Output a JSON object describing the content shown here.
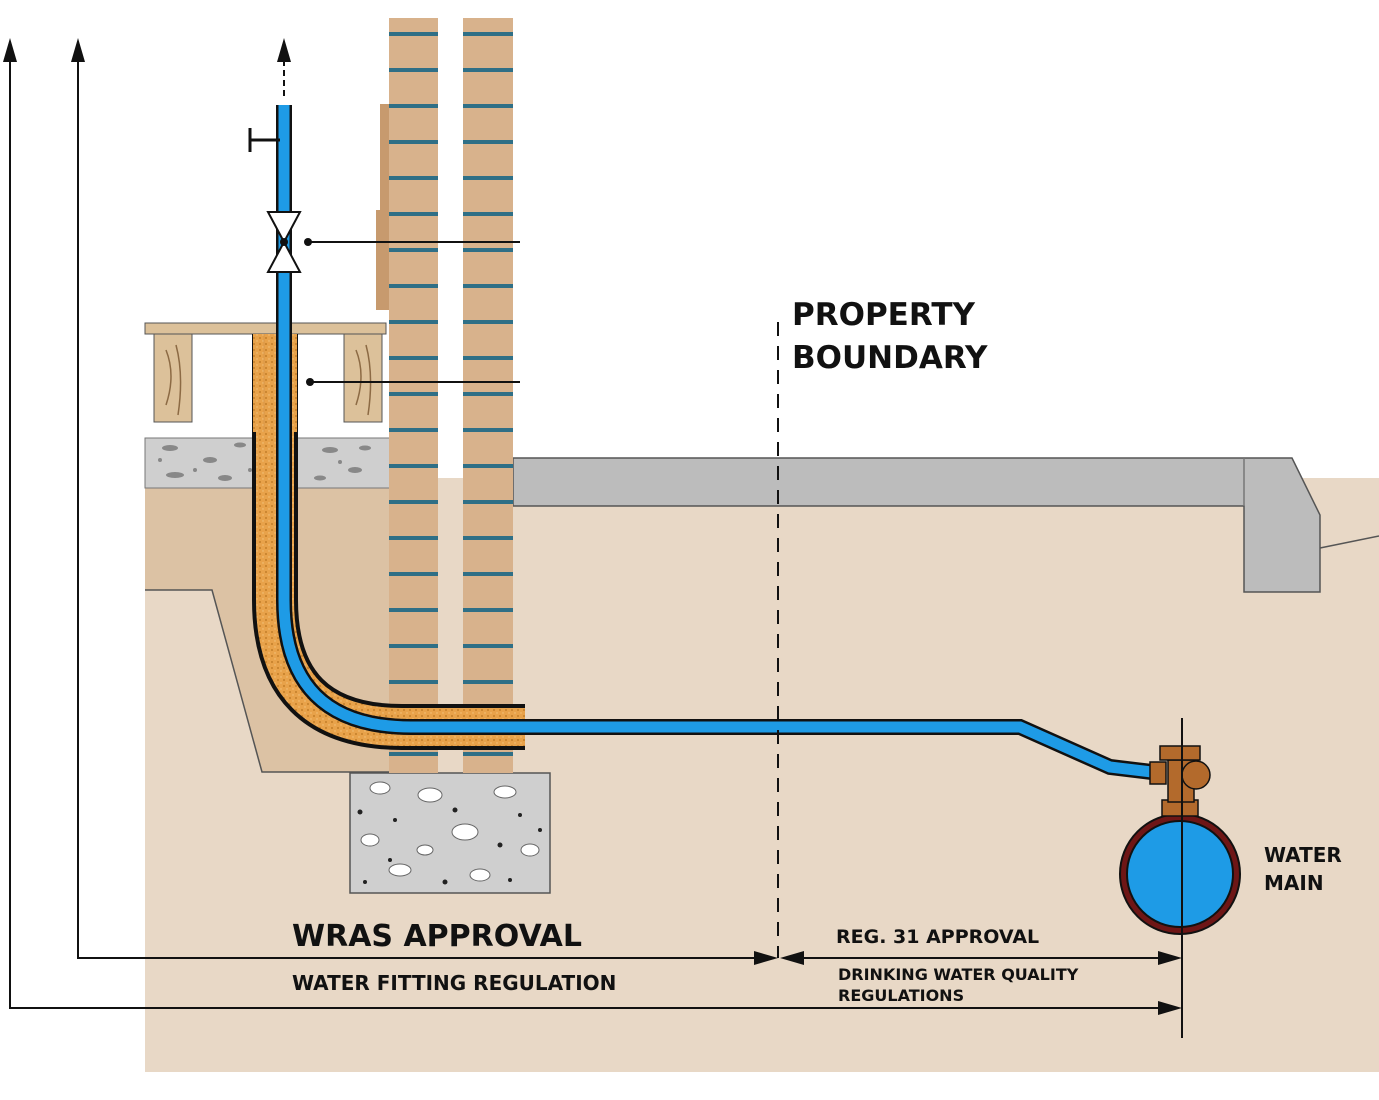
{
  "labels": {
    "property_boundary_line1": "PROPERTY",
    "property_boundary_line2": "BOUNDARY",
    "wras_approval": "WRAS APPROVAL",
    "water_fitting_regulation": "WATER FITTING REGULATION",
    "reg31_approval": "REG. 31 APPROVAL",
    "drinking_water_line1": "DRINKING WATER QUALITY",
    "drinking_water_line2": "REGULATIONS",
    "water_main_line1": "WATER",
    "water_main_line2": "MAIN"
  },
  "colors": {
    "pipe": "#1e9be6",
    "insulation": "#e8a24a",
    "ground": "#e8d8c6",
    "brick": "#d8b28c",
    "mortar": "#2f6f86",
    "pavement": "#bcbcbc",
    "concrete": "#cfcfcf",
    "main_ring": "#6e1616",
    "ferrule": "#b36a2c"
  }
}
